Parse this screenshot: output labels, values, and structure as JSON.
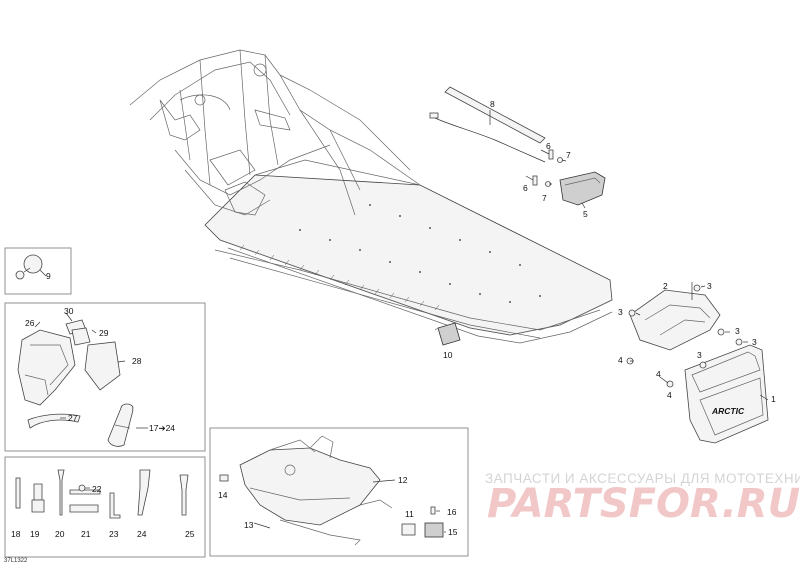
{
  "watermark": {
    "line1": "ЗАПЧАСТИ И АКСЕССУАРЫ ДЛЯ МОТОТЕХНИКИ",
    "line2": "PARTSFOR.RU"
  },
  "drawing_code": "37L1322",
  "decal_text": "ARCTIC",
  "callouts": {
    "c1": "1",
    "c2": "2",
    "c3a": "3",
    "c3b": "3",
    "c3c": "3",
    "c3d": "3",
    "c3e": "3",
    "c4a": "4",
    "c4b": "4",
    "c4c": "4",
    "c5": "5",
    "c6a": "6",
    "c6b": "6",
    "c7a": "7",
    "c7b": "7",
    "c8": "8",
    "c9": "9",
    "c10": "10",
    "c11": "11",
    "c12": "12",
    "c13": "13",
    "c14": "14",
    "c15": "15",
    "c16": "16",
    "c1724": "17➔24",
    "c18": "18",
    "c19": "19",
    "c20": "20",
    "c21": "21",
    "c22": "22",
    "c23": "23",
    "c24": "24",
    "c25": "25",
    "c26": "26",
    "c27": "27",
    "c28": "28",
    "c29": "29",
    "c30": "30"
  }
}
